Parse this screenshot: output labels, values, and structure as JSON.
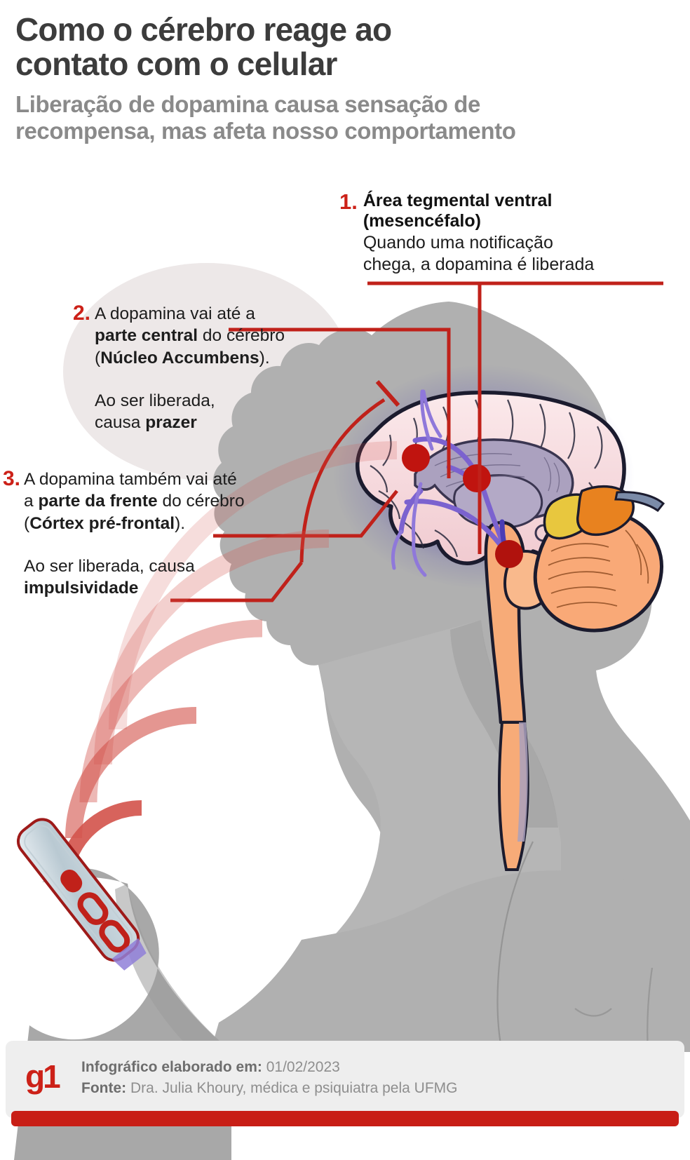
{
  "header": {
    "title_line1": "Como o cérebro reage ao",
    "title_line2": "contato com o celular",
    "subtitle_line1": "Liberação de dopamina causa sensação de",
    "subtitle_line2": "recompensa, mas afeta nosso comportamento"
  },
  "callouts": [
    {
      "number": "1.",
      "heading_line1": "Área tegmental ventral",
      "heading_line2": "(mesencéfalo)",
      "body_line1": "Quando uma notificação",
      "body_line2": "chega, a dopamina é liberada"
    },
    {
      "number": "2.",
      "line1_plain": "A dopamina vai até a",
      "line2_bold": "parte central",
      "line2_plain": " do cérebro",
      "line3_open": "(",
      "line3_bold": "Núcleo Accumbens",
      "line3_close": ").",
      "second_line1": "Ao ser liberada,",
      "second_line2_plain": "causa ",
      "second_line2_bold": "prazer"
    },
    {
      "number": "3.",
      "line1_plain": "A dopamina também vai até",
      "line2_plain_a": "a ",
      "line2_bold": "parte da frente",
      "line2_plain_b": " do cérebro",
      "line3_open": "(",
      "line3_bold": "Córtex pré-frontal",
      "line3_close": ").",
      "second_line1": "Ao ser liberada, causa",
      "second_line2_bold": "impulsividade"
    }
  ],
  "footer": {
    "logo": "g1",
    "created_label": "Infográfico elaborado em:",
    "created_value": "01/02/2023",
    "source_label": "Fonte:",
    "source_value": "Dra. Julia Khoury, médica e psiquiatra pela UFMG"
  },
  "illustration": {
    "person_silhouette": "person-silhouette",
    "phone": "smartphone",
    "sound_waves": "notification-sound-waves",
    "brain": "brain-sagittal-cross-section",
    "brain_regions": [
      "prefrontal-cortex-marker",
      "nucleus-accumbens-marker",
      "ventral-tegmental-area-marker"
    ],
    "dopamine_pathway": "dopamine-pathway"
  },
  "colors": {
    "accent_red": "#CC2118",
    "leader_red": "#C0211A",
    "title_gray": "#3c3c3c",
    "subtitle_gray": "#8a8a8a",
    "silhouette_gray": "#adadad",
    "bubble_gray": "#EDE8E8",
    "brain_pink": "#f6dadd",
    "brainstem_orange": "#f7ab78",
    "pathway_purple": "#7b62cf"
  }
}
